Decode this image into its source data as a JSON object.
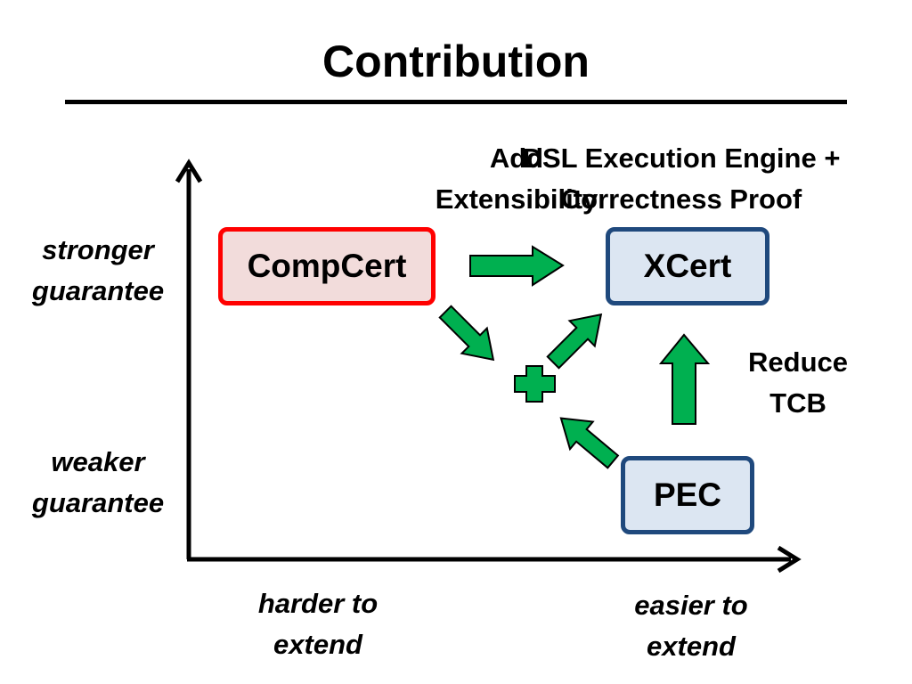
{
  "title": "Contribution",
  "colors": {
    "arrow_fill": "#00b050",
    "compcert_fill": "#f2dcdb",
    "compcert_border": "#ff0000",
    "box_fill": "#dce6f2",
    "box_border": "#1f497d"
  },
  "axes": {
    "y_top": "stronger guarantee",
    "y_top_lines": [
      "stronger",
      "guarantee"
    ],
    "y_bottom_lines": [
      "weaker",
      "guarantee"
    ],
    "x_left_lines": [
      "harder to",
      "extend"
    ],
    "x_right_lines": [
      "easier to",
      "extend"
    ]
  },
  "nodes": {
    "compcert": "CompCert",
    "xcert": "XCert",
    "pec": "PEC"
  },
  "edges": {
    "add_extensibility_lines": [
      "Add",
      "Extensibility"
    ],
    "dsl_engine_lines": [
      "DSL Execution Engine +",
      "Correctness Proof"
    ],
    "reduce_tcb_lines": [
      "Reduce",
      "TCB"
    ],
    "combine_symbol": "+"
  }
}
